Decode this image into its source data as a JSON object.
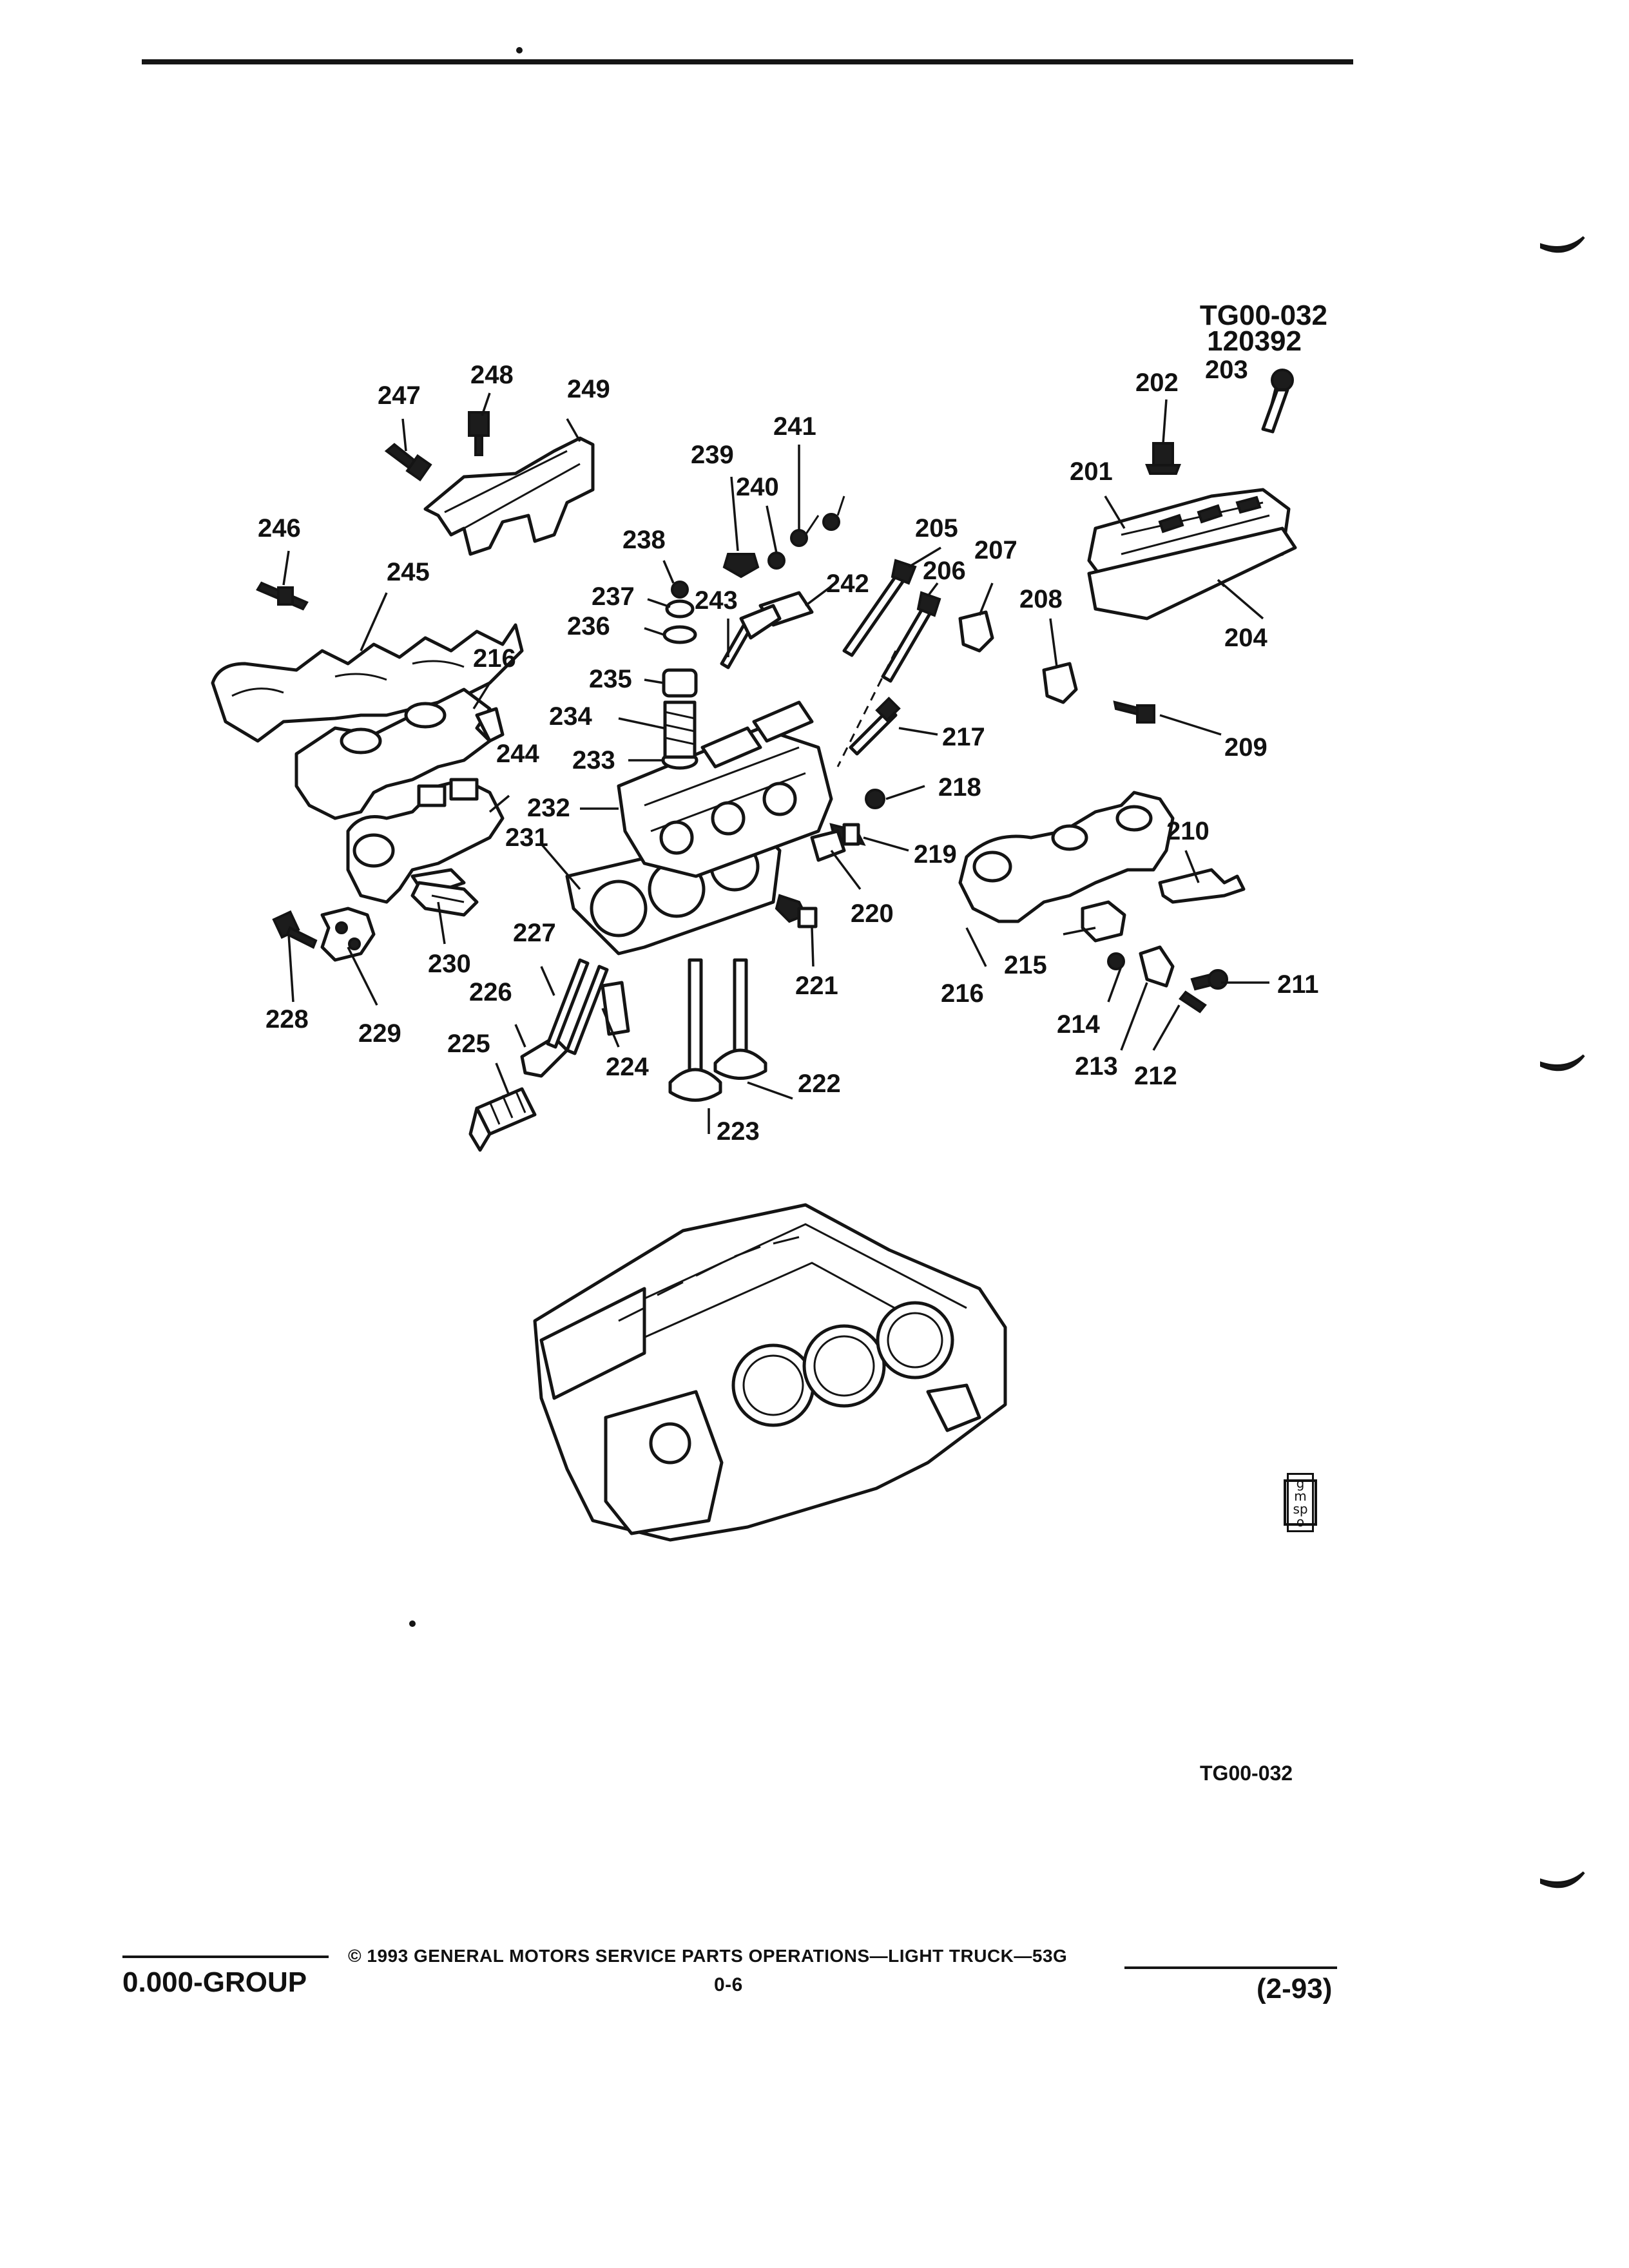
{
  "figure": {
    "ref_code": "TG00-032",
    "ref_date": "120392",
    "bottom_code": "TG00-032",
    "logo_text": "gm spo"
  },
  "callouts": [
    "201",
    "202",
    "203",
    "204",
    "205",
    "206",
    "207",
    "208",
    "209",
    "210",
    "211",
    "212",
    "213",
    "214",
    "215",
    "216",
    "216",
    "217",
    "218",
    "219",
    "220",
    "221",
    "222",
    "223",
    "224",
    "225",
    "226",
    "227",
    "228",
    "229",
    "230",
    "231",
    "232",
    "233",
    "234",
    "235",
    "236",
    "237",
    "238",
    "239",
    "240",
    "241",
    "242",
    "243",
    "244",
    "245",
    "246",
    "247",
    "248",
    "249"
  ],
  "footer": {
    "copyright": "© 1993 GENERAL MOTORS SERVICE PARTS OPERATIONS—LIGHT TRUCK—53G",
    "group": "0.000-GROUP",
    "page": "0-6",
    "date": "(2-93)"
  }
}
